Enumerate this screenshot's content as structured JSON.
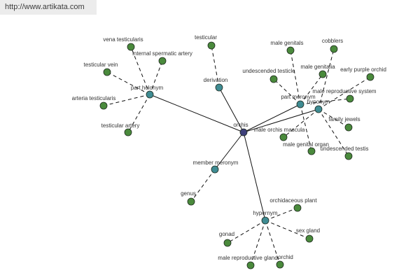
{
  "watermark": "http://www.artikata.com",
  "colors": {
    "center_node": "#3d3f7a",
    "relation_node": "#3f8c93",
    "leaf_node": "#4a8a3c",
    "edge": "#111111",
    "background": "#ffffff"
  },
  "graph": {
    "center": {
      "id": "orchis",
      "label": "orchis",
      "kind": "center"
    },
    "relations": [
      {
        "id": "part-holonym",
        "label": "part holonym"
      },
      {
        "id": "derivation",
        "label": "derivation"
      },
      {
        "id": "part-meronym",
        "label": "part meronym"
      },
      {
        "id": "hyponym",
        "label": "hyponym"
      },
      {
        "id": "member-meronym",
        "label": "member meronym"
      },
      {
        "id": "hypernym",
        "label": "hypernym"
      }
    ],
    "leaves": [
      {
        "id": "vena-testicularis",
        "label": "vena testicularis",
        "parent": "part-holonym"
      },
      {
        "id": "internal-spermatic-artery",
        "label": "internal spermatic artery",
        "parent": "part-holonym"
      },
      {
        "id": "testicular-vein",
        "label": "testicular vein",
        "parent": "part-holonym"
      },
      {
        "id": "arteria-testicularis",
        "label": "arteria testicularis",
        "parent": "part-holonym"
      },
      {
        "id": "testicular-artery",
        "label": "testicular artery",
        "parent": "part-holonym"
      },
      {
        "id": "testicular",
        "label": "testicular",
        "parent": "derivation"
      },
      {
        "id": "male-genitals",
        "label": "male genitals",
        "parent": "part-meronym"
      },
      {
        "id": "undescended-testicle",
        "label": "undescended testicle",
        "parent": "part-meronym"
      },
      {
        "id": "male-genitalia",
        "label": "male genitalia",
        "parent": "part-meronym"
      },
      {
        "id": "male-reproductive-system",
        "label": "male reproductive system",
        "parent": "part-meronym"
      },
      {
        "id": "male-genital-organ",
        "label": "male genital organ",
        "parent": "part-meronym"
      },
      {
        "id": "cobblers",
        "label": "cobblers",
        "parent": "hyponym"
      },
      {
        "id": "early-purple-orchid",
        "label": "early purple orchid",
        "parent": "hyponym"
      },
      {
        "id": "family-jewels",
        "label": "family jewels",
        "parent": "hyponym"
      },
      {
        "id": "undescended-testis",
        "label": "undescended testis",
        "parent": "hyponym"
      },
      {
        "id": "male-orchis-mascula",
        "label": "male orchis mascula",
        "parent": "hyponym"
      },
      {
        "id": "genus",
        "label": "genus",
        "parent": "member-meronym"
      },
      {
        "id": "orchidaceous-plant",
        "label": "orchidaceous plant",
        "parent": "hypernym"
      },
      {
        "id": "gonad",
        "label": "gonad",
        "parent": "hypernym"
      },
      {
        "id": "sex-gland",
        "label": "sex gland",
        "parent": "hypernym"
      },
      {
        "id": "male-reproductive-gland",
        "label": "male reproductive gland",
        "parent": "hypernym"
      },
      {
        "id": "orchid",
        "label": "orchid",
        "parent": "hypernym"
      }
    ]
  }
}
